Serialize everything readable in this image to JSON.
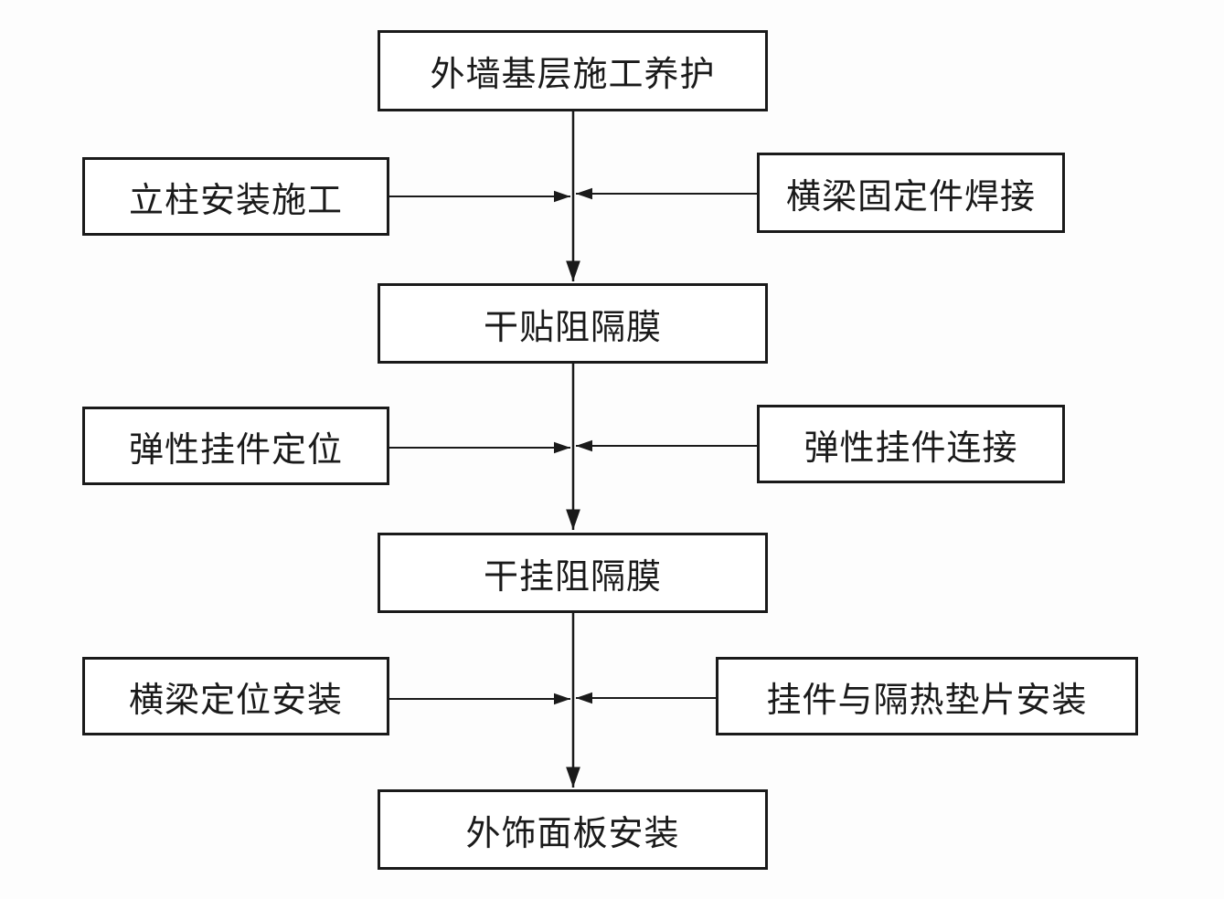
{
  "flowchart": {
    "main_steps": [
      "外墙基层施工养护",
      "干贴阻隔膜",
      "干挂阻隔膜",
      "外饰面板安装"
    ],
    "side_inputs": [
      {
        "left": "立柱安装施工",
        "right": "横梁固定件焊接"
      },
      {
        "left": "弹性挂件定位",
        "right": "弹性挂件连接"
      },
      {
        "left": "横梁定位安装",
        "right": "挂件与隔热垫片安装"
      }
    ]
  },
  "colors": {
    "stroke": "#1a1a1a",
    "background": "#ffffff"
  }
}
